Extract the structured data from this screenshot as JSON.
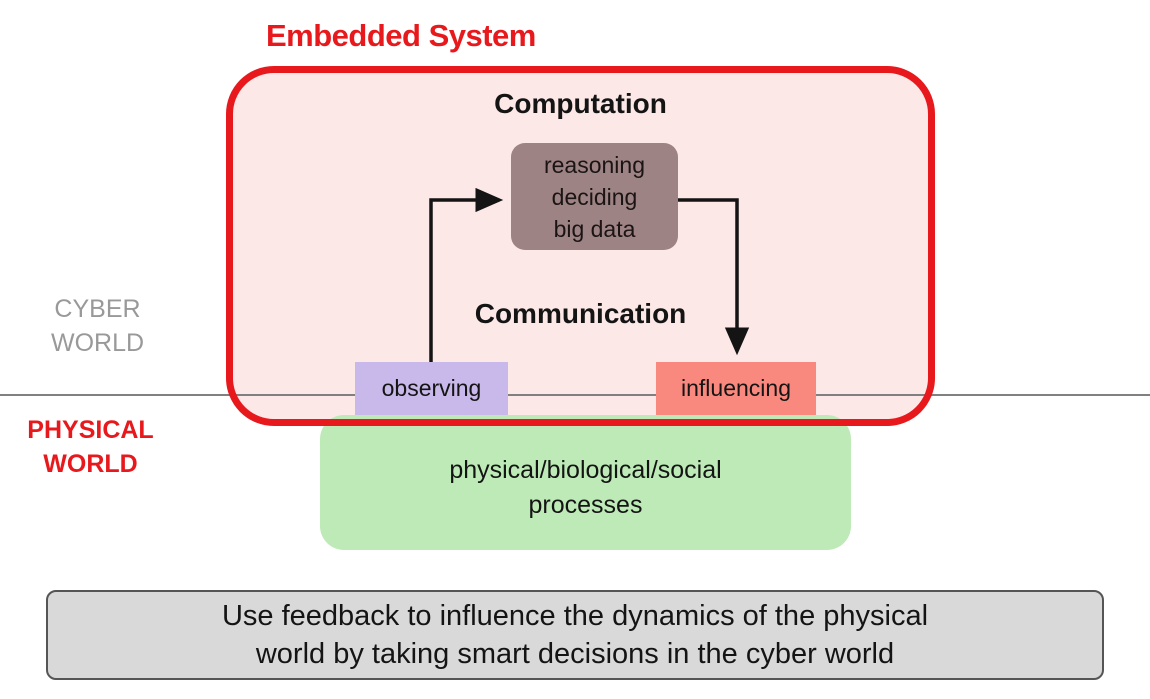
{
  "colors": {
    "accent-red": "#e8191c",
    "pink-fill": "#fce8e6",
    "brown-box": "#9d8383",
    "purple-box": "#c9b8ea",
    "salmon-box": "#f9897e",
    "green-box": "#bdeab6",
    "gray-box": "#d9d9d9",
    "gray-text": "#999999",
    "line-gray": "#808080",
    "ink": "#141414"
  },
  "diagram": {
    "title": "Embedded System",
    "computation": "Computation",
    "communication": "Communication",
    "reasoning": {
      "line1": "reasoning",
      "line2": "deciding",
      "line3": "big data"
    },
    "observing": "observing",
    "influencing": "influencing",
    "cyber": {
      "line1": "CYBER",
      "line2": "WORLD"
    },
    "physical": {
      "line1": "PHYSICAL",
      "line2": "WORLD"
    },
    "processes": {
      "line1": "physical/biological/social",
      "line2": "processes"
    },
    "caption": {
      "line1": "Use feedback to influence the dynamics of the physical",
      "line2": "world by taking smart decisions in the cyber world"
    }
  }
}
